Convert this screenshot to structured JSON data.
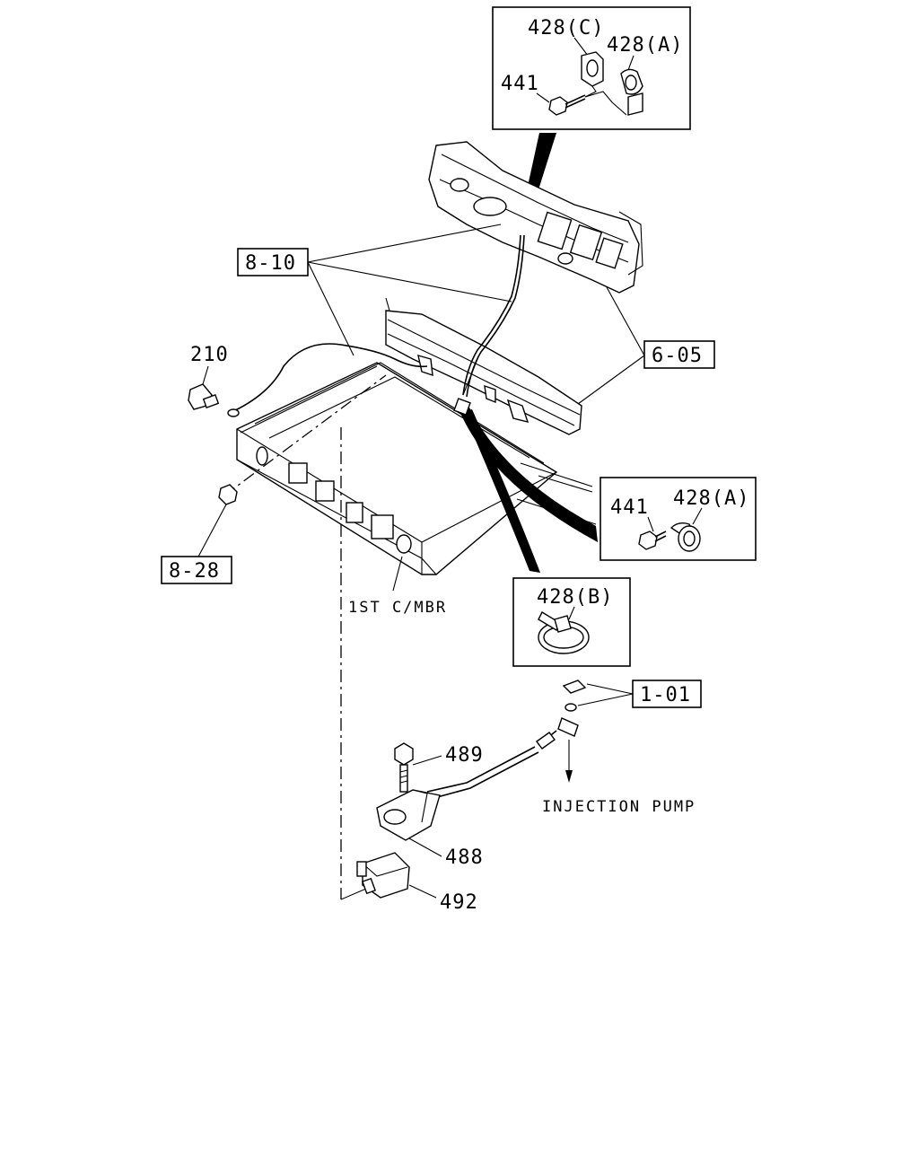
{
  "labels": {
    "part_428c": "428(C)",
    "part_428a_top": "428(A)",
    "part_441_top": "441",
    "ref_8_10": "8-10",
    "ref_6_05": "6-05",
    "part_210": "210",
    "ref_8_28": "8-28",
    "part_441_mid": "441",
    "part_428a_mid": "428(A)",
    "part_428b": "428(B)",
    "crossmember_note": "1ST C/MBR",
    "ref_1_01": "1-01",
    "part_489": "489",
    "note_injection_pump": "INJECTION PUMP",
    "part_488": "488",
    "part_492": "492"
  }
}
